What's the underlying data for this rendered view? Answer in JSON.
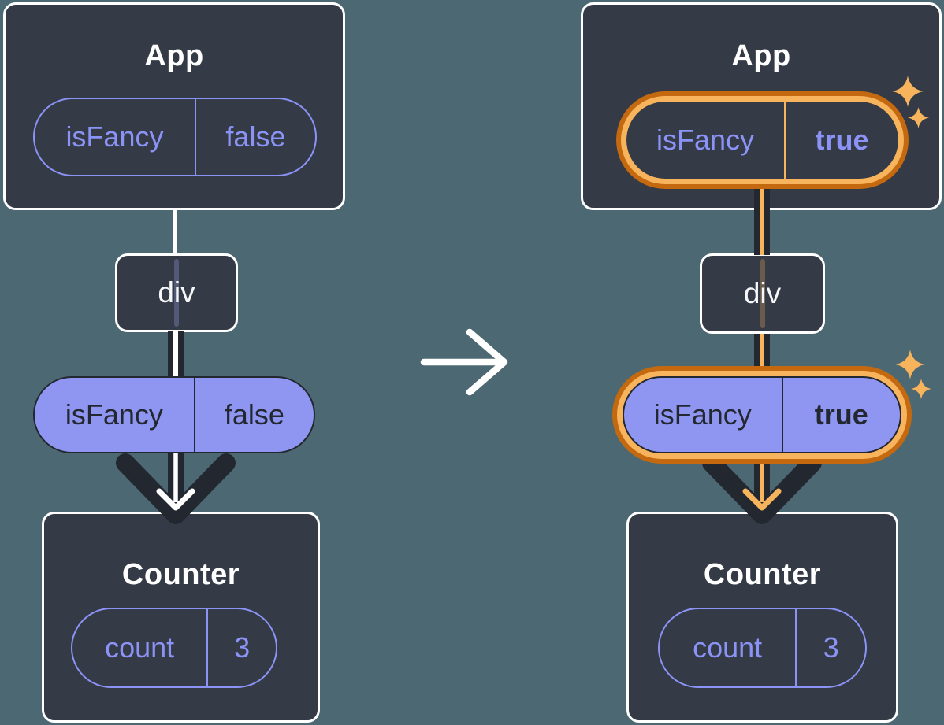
{
  "colors": {
    "background": "#4C6873",
    "card": "#343A46",
    "card_border": "#FFFFFF",
    "dark": "#23272F",
    "purple": "#8B93F6",
    "purple_fill": "#8F96F1",
    "orange_dark": "#C4690F",
    "orange_light": "#F7B45C",
    "white_line": "#FFFFFF"
  },
  "left": {
    "app": {
      "title": "App",
      "state_name": "isFancy",
      "state_value": "false"
    },
    "div_label": "div",
    "prop_name": "isFancy",
    "prop_value": "false",
    "counter": {
      "title": "Counter",
      "state_name": "count",
      "state_value": "3"
    }
  },
  "right": {
    "app": {
      "title": "App",
      "state_name": "isFancy",
      "state_value": "true"
    },
    "div_label": "div",
    "prop_name": "isFancy",
    "prop_value": "true",
    "counter": {
      "title": "Counter",
      "state_name": "count",
      "state_value": "3"
    }
  },
  "icons": {
    "transition_arrow": "arrow-right-icon",
    "sparkle": "sparkle-icon"
  }
}
